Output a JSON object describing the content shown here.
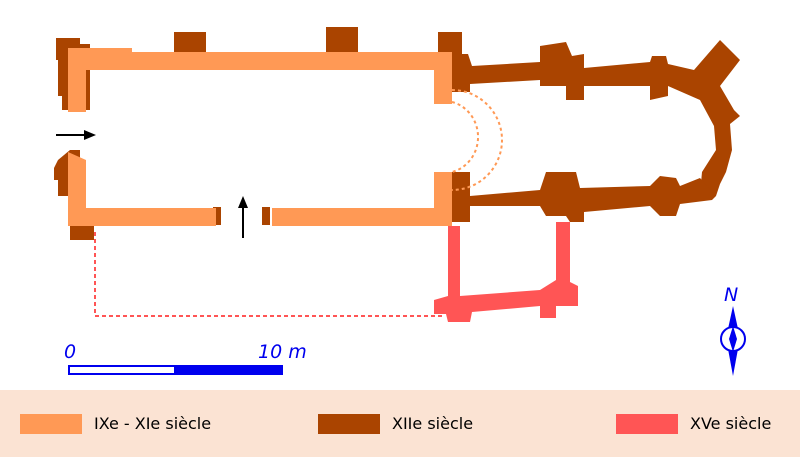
{
  "plan": {
    "scale_bar": {
      "label_start": "0",
      "label_end": "10 m"
    },
    "north_label": "N"
  },
  "legend": {
    "items": [
      {
        "label": "IXe - XIe siècle",
        "color": "#ff9955"
      },
      {
        "label": "XIIe siècle",
        "color": "#aa4400"
      },
      {
        "label": "XVe siècle",
        "color": "#ff5555"
      }
    ]
  },
  "colors": {
    "period_9_11": "#ff9955",
    "period_12": "#aa4400",
    "period_15": "#ff5555",
    "scale_blue": "#0000ee",
    "legend_background": "#fbe3d3"
  }
}
